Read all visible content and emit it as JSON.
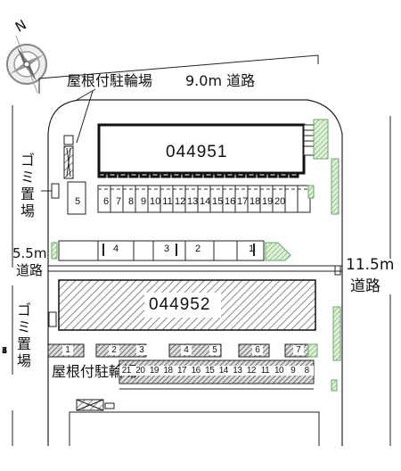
{
  "compass": {
    "label": "N"
  },
  "roads": {
    "north": "9.0m 道路",
    "west_width": "5.5m",
    "west_word": "道路",
    "east_width": "11.5m",
    "east_word": "道路"
  },
  "labels": {
    "bike_parking_top": "屋根付駐輪場",
    "bike_parking_bottom": "屋根付駐輪場",
    "garbage_top": [
      "ゴ",
      "ミ",
      "置",
      "場"
    ],
    "garbage_bottom": [
      "ゴ",
      "ミ",
      "置",
      "場"
    ]
  },
  "buildings": {
    "north": "044951",
    "south": "044952"
  },
  "parking_north": [
    "5",
    "6",
    "7",
    "8",
    "9",
    "10",
    "11",
    "12",
    "13",
    "14",
    "15",
    "16",
    "17",
    "18",
    "19",
    "20"
  ],
  "parking_middle": [
    "4",
    "3",
    "2",
    "1"
  ],
  "parking_south_row": [
    "1",
    "2",
    "3",
    "4",
    "5",
    "6",
    "7"
  ],
  "parking_bottom": [
    "21",
    "20",
    "19",
    "18",
    "17",
    "16",
    "15",
    "14",
    "13",
    "12",
    "11",
    "10",
    "9",
    "8"
  ]
}
